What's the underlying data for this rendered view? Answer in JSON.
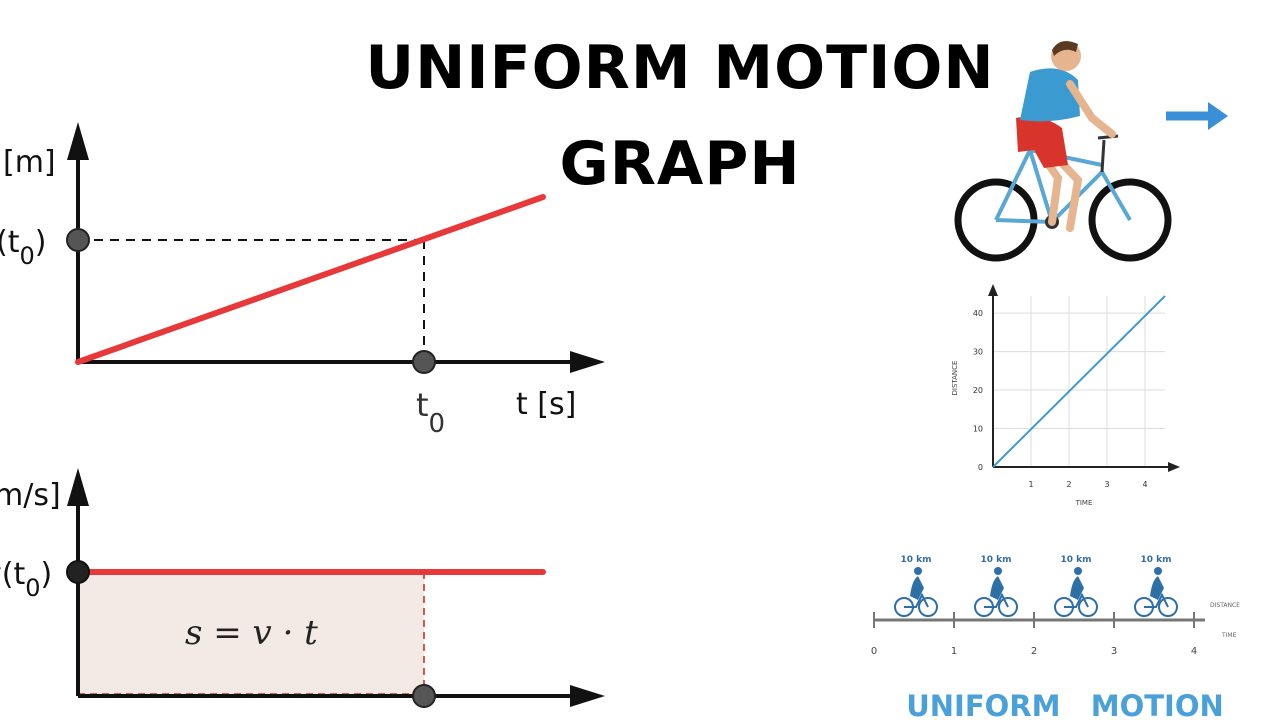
{
  "title": {
    "line1": "UNIFORM MOTION",
    "line2": "GRAPH"
  },
  "position_graph": {
    "y_axis_label": "[m]",
    "y_marker_label": "(t",
    "y_marker_subscript": "0",
    "y_marker_close": ")",
    "x_marker_label": "t",
    "x_marker_subscript": "0",
    "x_axis_label": "t [s]"
  },
  "velocity_graph": {
    "y_axis_label": "m/s]",
    "y_marker_label": "v(t",
    "y_marker_subscript": "0",
    "y_marker_close": ")",
    "area_formula": "s = v · t"
  },
  "distance_time_chart": {
    "ylabel": "DISTANCE",
    "xlabel": "TIME",
    "y_ticks": [
      "0",
      "10",
      "20",
      "30",
      "40"
    ],
    "x_ticks": [
      "1",
      "2",
      "3",
      "4"
    ]
  },
  "cyclist_track": {
    "segment_labels": [
      "10 km",
      "10 km",
      "10 km",
      "10 km"
    ],
    "tick_labels": [
      "0",
      "1",
      "2",
      "3",
      "4"
    ],
    "distance_label": "DISTANCE",
    "time_label": "TIME",
    "caption": "UNIFORM   MOTION"
  },
  "colors": {
    "line_red": "#e8393a",
    "axis": "#111111",
    "area_fill": "#f3e9e5",
    "arrow_blue": "#3a8fd6",
    "chart_blue": "#3b9ad0",
    "caption_blue": "#4aa0d8",
    "grid": "#dddddd"
  }
}
